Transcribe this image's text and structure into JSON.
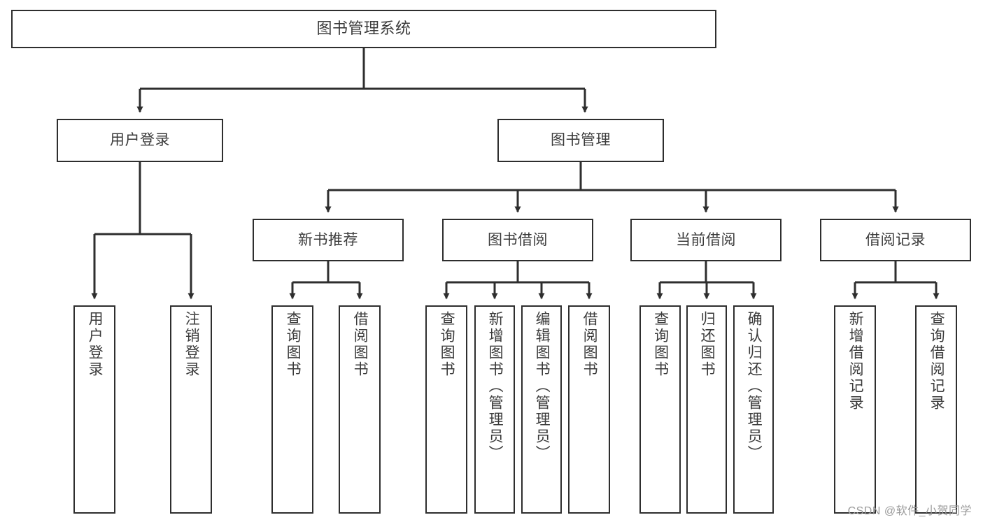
{
  "diagram": {
    "title": "图书管理系统",
    "watermark": "CSDN @软件_小贺同学",
    "line_color": "#2e2e2e",
    "box_border_color": "#2e2e2e",
    "box_fill_color": "#ffffff",
    "text_color": "#3b3b3b",
    "background_color": "#ffffff"
  },
  "nodes": {
    "root": {
      "label": "图书管理系统",
      "level": 0
    },
    "level1": [
      {
        "id": "user-login",
        "label": "用户登录"
      },
      {
        "id": "book-manage",
        "label": "图书管理"
      }
    ],
    "level2": [
      {
        "id": "new-book-rec",
        "label": "新书推荐",
        "parent": "book-manage"
      },
      {
        "id": "book-borrow",
        "label": "图书借阅",
        "parent": "book-manage"
      },
      {
        "id": "current-borrow",
        "label": "当前借阅",
        "parent": "book-manage"
      },
      {
        "id": "borrow-record",
        "label": "借阅记录",
        "parent": "book-manage"
      }
    ],
    "leaves": [
      {
        "id": "user-login-leaf",
        "label": "用户登录",
        "parent": "user-login"
      },
      {
        "id": "user-logout-leaf",
        "label": "注销登录",
        "parent": "user-login"
      },
      {
        "id": "query-book-1",
        "label": "查询图书",
        "parent": "new-book-rec"
      },
      {
        "id": "borrow-book-1",
        "label": "借阅图书",
        "parent": "new-book-rec"
      },
      {
        "id": "query-book-2",
        "label": "查询图书",
        "parent": "book-borrow"
      },
      {
        "id": "add-book",
        "label": "新增图书（管理员）",
        "parent": "book-borrow"
      },
      {
        "id": "edit-book",
        "label": "编辑图书（管理员）",
        "parent": "book-borrow"
      },
      {
        "id": "borrow-book-2",
        "label": "借阅图书",
        "parent": "book-borrow"
      },
      {
        "id": "query-book-3",
        "label": "查询图书",
        "parent": "current-borrow"
      },
      {
        "id": "return-book",
        "label": "归还图书",
        "parent": "current-borrow"
      },
      {
        "id": "confirm-return",
        "label": "确认归还（管理员）",
        "parent": "current-borrow"
      },
      {
        "id": "add-record",
        "label": "新增借阅记录",
        "parent": "borrow-record"
      },
      {
        "id": "query-record",
        "label": "查询借阅记录",
        "parent": "borrow-record"
      }
    ]
  }
}
